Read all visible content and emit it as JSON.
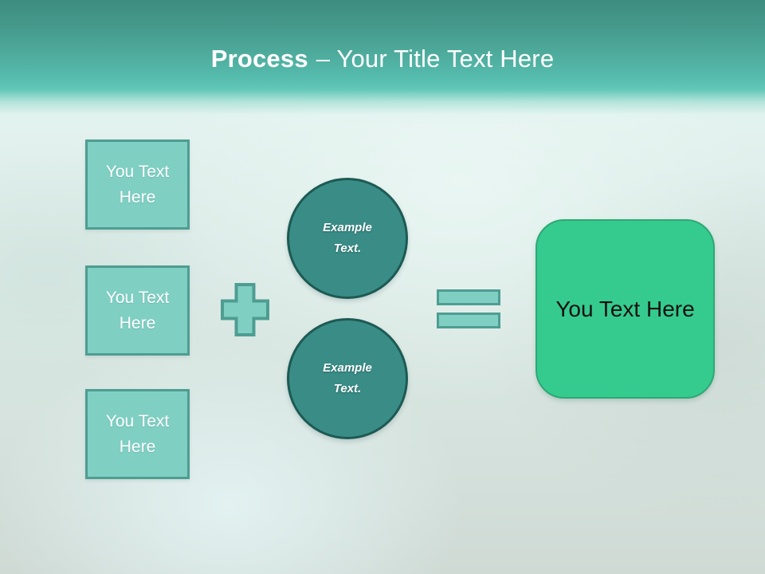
{
  "title": {
    "bold": "Process",
    "regular": "– Your Title Text Here"
  },
  "input_boxes": [
    {
      "label": "You Text Here"
    },
    {
      "label": "You Text Here"
    },
    {
      "label": "You Text Here"
    }
  ],
  "example_circles": [
    {
      "label": "Example Text."
    },
    {
      "label": "Example Text."
    }
  ],
  "result_box": {
    "label": "You Text Here"
  },
  "icons": {
    "plus": "plus-icon",
    "equals": "equals-icon"
  },
  "colors": {
    "header_top": "#3e8d80",
    "header_teal": "#55bcae",
    "shape_fill": "#7fcfc3",
    "shape_border": "#4e9d92",
    "circle_fill": "#3a8d87",
    "circle_border": "#1d5a54",
    "result_fill": "#35cb8e",
    "result_border": "#2fa874",
    "title_text": "#ffffff",
    "result_text": "#111111",
    "background": "#d9e8e4"
  }
}
